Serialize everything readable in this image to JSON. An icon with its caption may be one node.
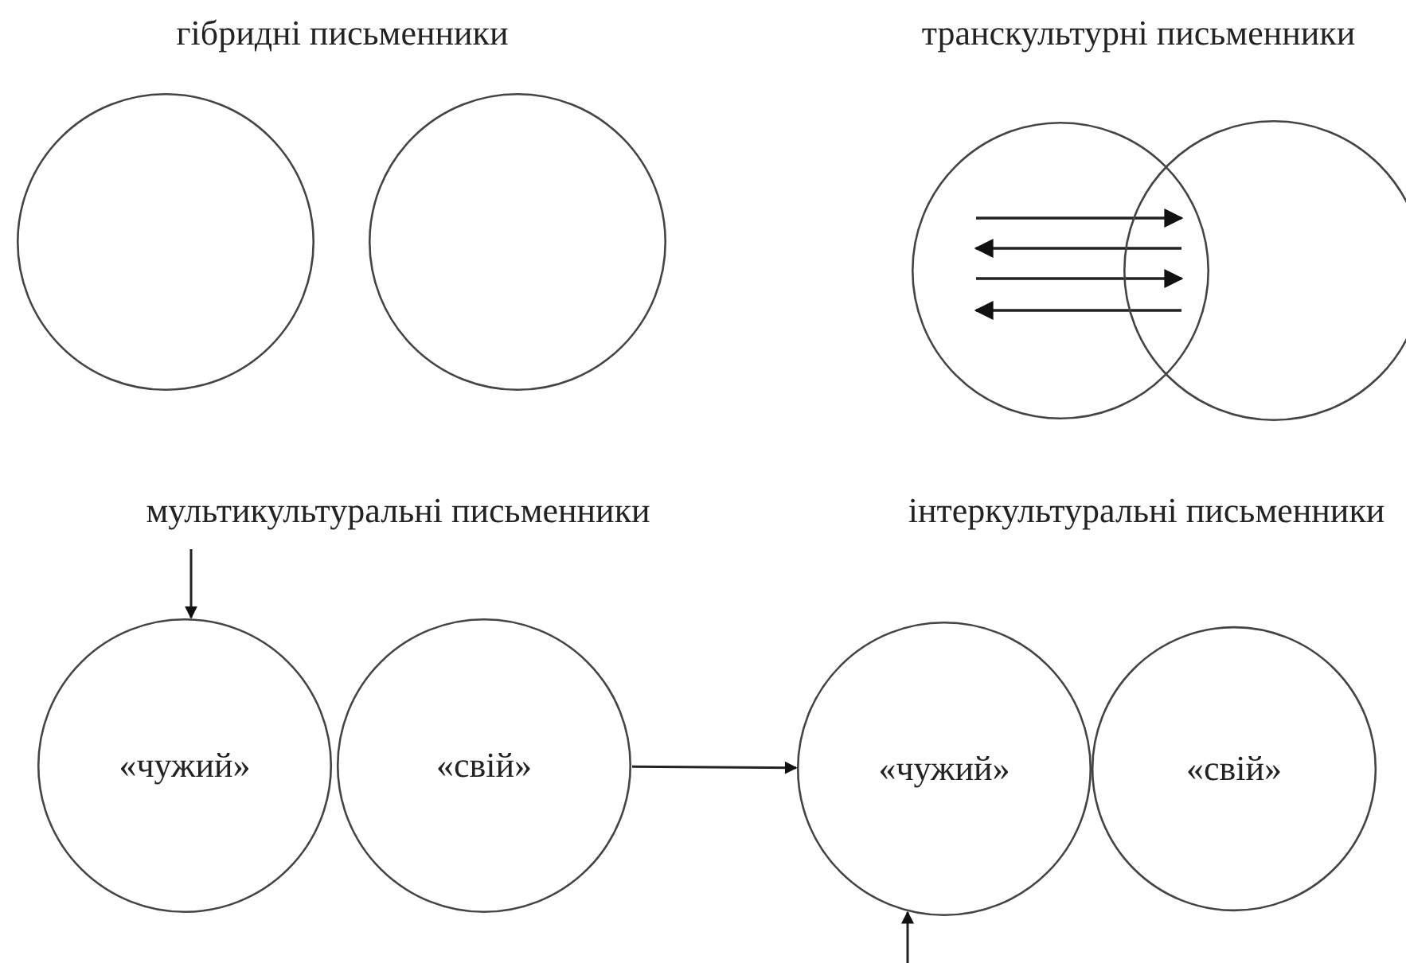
{
  "diagram": {
    "nodes": [
      {
        "text": [],
        "shape": "circle"
      },
      {
        "text": [],
        "shape": "circle"
      },
      {
        "text": [],
        "shape": "circle"
      },
      {
        "text": [],
        "shape": "circle"
      },
      {
        "text": [
          "«чужий»"
        ]
      },
      {
        "text": [
          "«свій»"
        ]
      },
      {
        "text": [
          "«чужий»"
        ]
      },
      {
        "text": [
          "«свій»"
        ]
      }
    ],
    "edges": [
      {
        "from": 5,
        "to": 6,
        "arrow": "to"
      },
      {
        "from": null,
        "to": 4,
        "arrow": "to"
      },
      {
        "from": null,
        "to": 6,
        "arrow": "to"
      }
    ],
    "labels": [
      "гібридні письменники",
      "транскультурні письменники",
      "мультикультуральні письменники",
      "інтеркультуральні письменники"
    ]
  }
}
